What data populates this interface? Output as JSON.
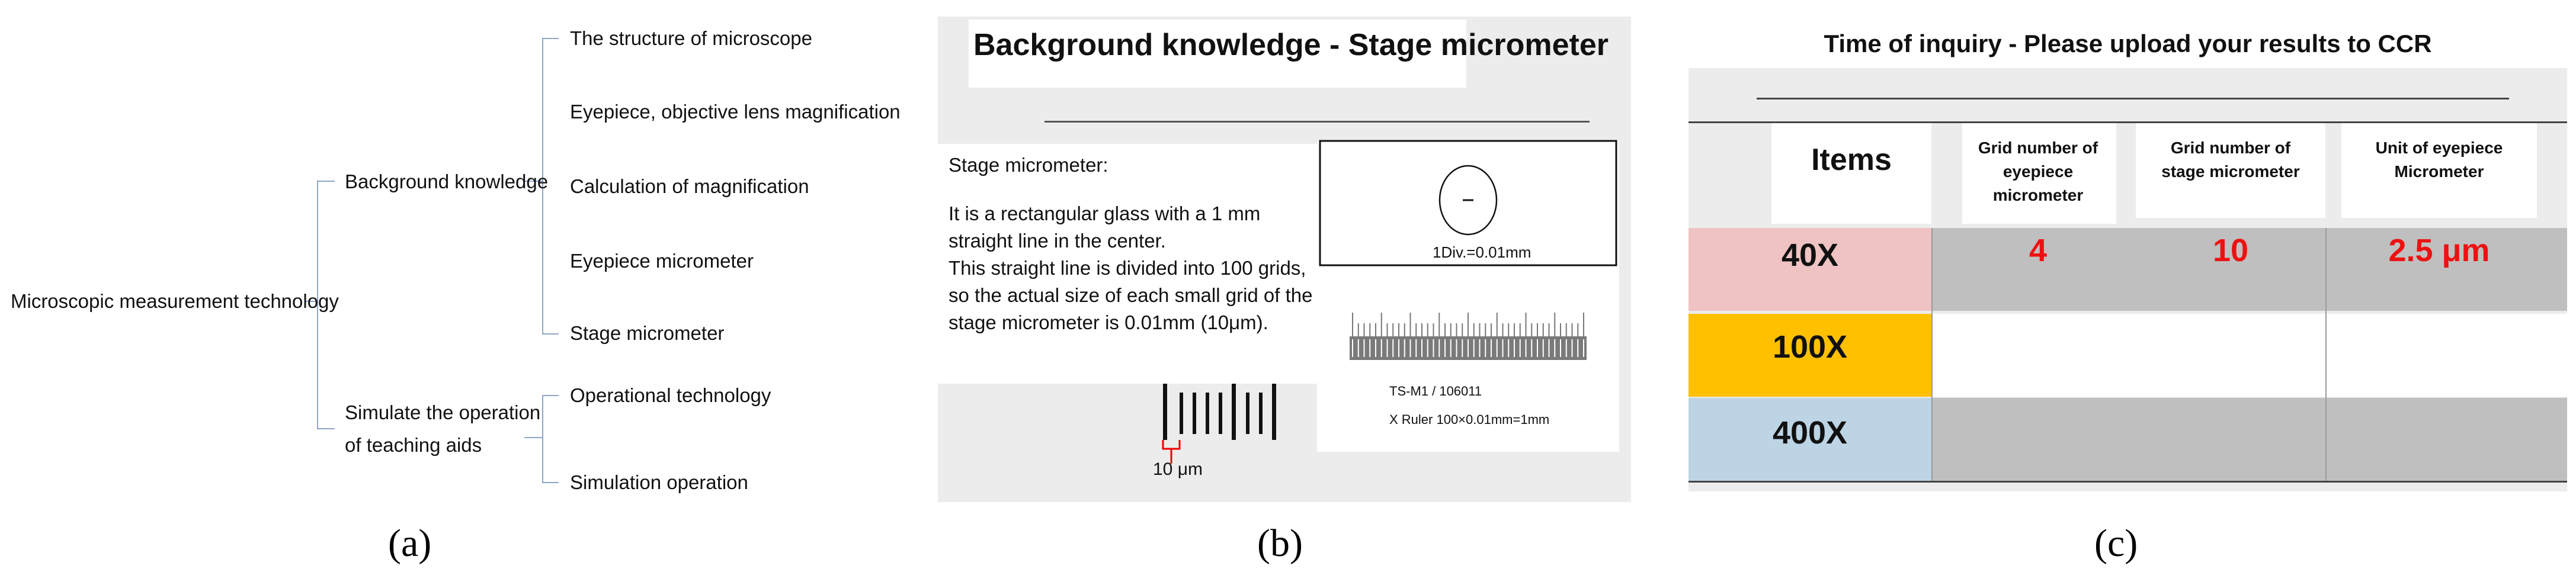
{
  "panel_a": {
    "label": "(a)",
    "root": "Microscopic measurement technology",
    "branches": [
      {
        "label": "Background knowledge",
        "children": [
          "The structure of microscope",
          "Eyepiece, objective lens magnification",
          "Calculation of magnification",
          "Eyepiece micrometer",
          "Stage micrometer"
        ]
      },
      {
        "label_line1": "Simulate the operation",
        "label_line2": "of teaching aids",
        "children": [
          "Operational technology",
          "Simulation operation"
        ]
      }
    ]
  },
  "panel_b": {
    "label": "(b)",
    "title": "Background knowledge - Stage micrometer",
    "heading": "Stage micrometer:",
    "paragraph1": "It is a rectangular glass with a 1 mm straight line in the center.",
    "paragraph2": "This straight line is divided into 100 grids, so the actual size of each small grid of the stage micrometer is 0.01mm (10μm).",
    "scale_label": "10 μm",
    "slide_caption": "1Div.=0.01mm",
    "ruler_code": "TS-M1 / 106011",
    "ruler_caption": "X Ruler 100×0.01mm=1mm",
    "circle_mark": "−"
  },
  "panel_c": {
    "label": "(c)",
    "title": "Time of inquiry - Please upload your results to CCR",
    "headers": {
      "items": "Items",
      "eyepiece_grid_line1": "Grid number of",
      "eyepiece_grid_line2": "eyepiece",
      "eyepiece_grid_line3": "micrometer",
      "stage_grid_line1": "Grid number of",
      "stage_grid_line2": "stage micrometer",
      "unit_line1": "Unit of eyepiece",
      "unit_line2": "Micrometer"
    },
    "rows": [
      {
        "item": "40X",
        "eyepiece_grid": "4",
        "stage_grid": "10",
        "unit": "2.5 μm",
        "color": "#efc3c3"
      },
      {
        "item": "100X",
        "eyepiece_grid": "",
        "stage_grid": "",
        "unit": "",
        "color": "#ffc000"
      },
      {
        "item": "400X",
        "eyepiece_grid": "",
        "stage_grid": "",
        "unit": "",
        "color": "#bcd4e4"
      }
    ],
    "colors": {
      "value_red": "#ee1111",
      "row_gray": "#bfbfbf",
      "row_white": "#ffffff"
    }
  }
}
